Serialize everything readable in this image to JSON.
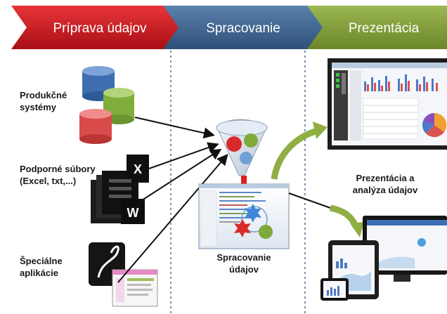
{
  "stages": [
    {
      "label": "Príprava údajov",
      "color": "#c8161d"
    },
    {
      "label": "Spracovanie",
      "color": "#3f6690"
    },
    {
      "label": "Prezentácia",
      "color": "#7f9a36"
    }
  ],
  "sources": {
    "production": [
      "Produkčné",
      "systémy"
    ],
    "support": [
      "Podporné súbory",
      "(Excel, txt,...)"
    ],
    "special": [
      "Špeciálne",
      "aplikácie"
    ]
  },
  "processing": {
    "label": [
      "Spracovanie",
      "údajov"
    ]
  },
  "presentation": {
    "label": [
      "Prezentácia a",
      "analýza údajov"
    ]
  },
  "colors": {
    "divider": "#4a6c96",
    "arrow_black": "#111111",
    "arrow_green": "#8fae44",
    "arrow_red": "#e02020",
    "db_blue": "#3f6eb0",
    "db_green": "#7fae3d",
    "db_red": "#d94a4a"
  }
}
